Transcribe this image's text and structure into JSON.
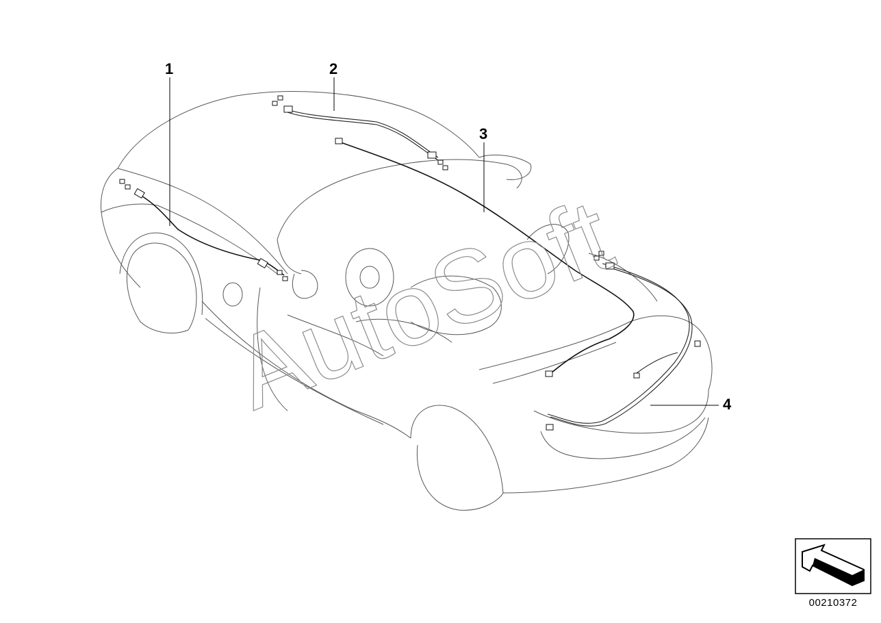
{
  "callouts": [
    {
      "id": "callout-1",
      "label": "1"
    },
    {
      "id": "callout-2",
      "label": "2"
    },
    {
      "id": "callout-3",
      "label": "3"
    },
    {
      "id": "callout-4",
      "label": "4"
    }
  ],
  "watermark": "AutoSoft",
  "drawing_number": "00210372",
  "icons": {
    "orientation": "direction-arrow-icon"
  }
}
